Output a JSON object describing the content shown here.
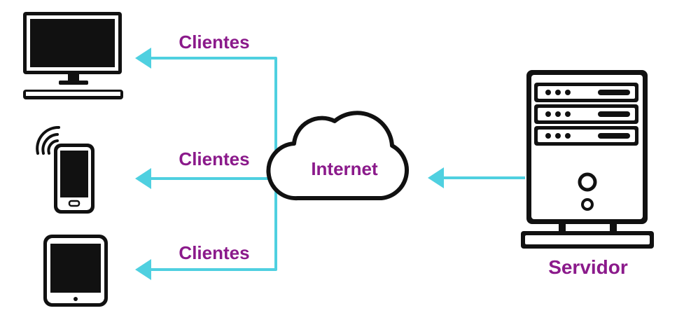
{
  "labels": {
    "clients_top": "Clientes",
    "clients_middle": "Clientes",
    "clients_bottom": "Clientes",
    "internet": "Internet",
    "server": "Servidor"
  },
  "colors": {
    "label_purple": "#8b1a8b",
    "connector_cyan": "#4fd0e0",
    "outline_black": "#111111"
  }
}
